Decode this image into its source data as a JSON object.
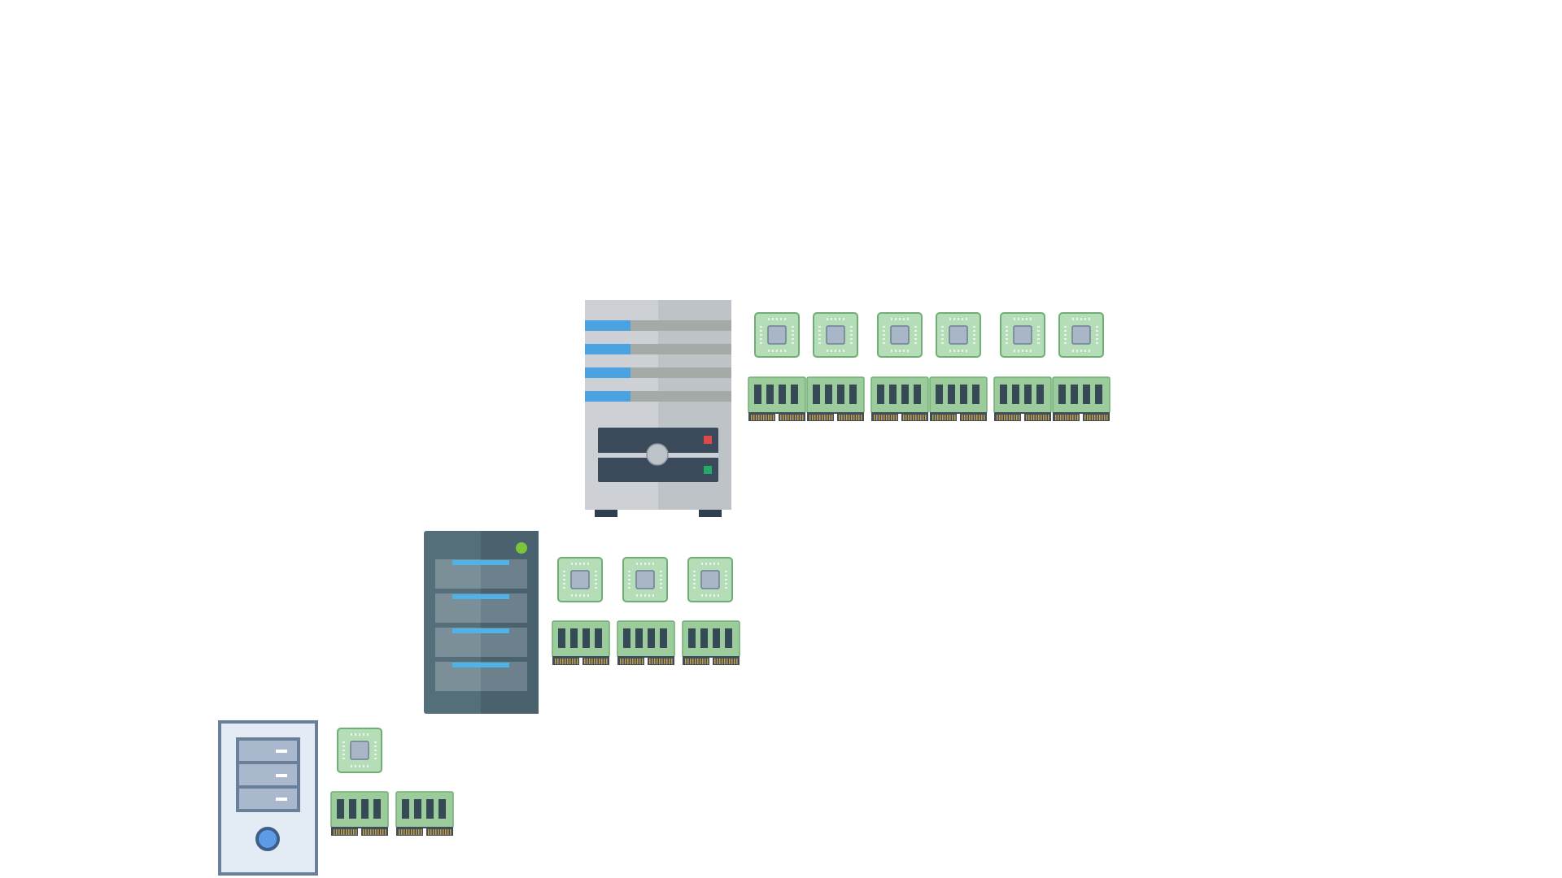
{
  "title": "",
  "colors": {
    "background": "#ffffff",
    "chip_fill": "#b5ddb8",
    "chip_border": "#6fae74",
    "chip_core": "#a9b6c8",
    "ram_fill": "#9ccc9c",
    "ram_slot": "#364a55",
    "ram_pins": "#c8a04a",
    "large_server_body": "#c8ccd0",
    "large_server_stripe": "#4aa3e0",
    "rack_server_body": "#546e7a",
    "rack_server_led": "#7cc43a",
    "small_server_body": "#e3ecf5",
    "small_server_border": "#6a7f99",
    "small_server_button": "#5b9be8"
  },
  "tiers": [
    {
      "name": "large-tower-server",
      "icon": "large-tower-server-icon",
      "cpu_count": 6,
      "ram_count": 6,
      "status_leds": [
        "#e04848",
        "#22aa66"
      ]
    },
    {
      "name": "rack-server",
      "icon": "rack-server-icon",
      "cpu_count": 3,
      "ram_count": 3,
      "status_leds": [
        "#7cc43a"
      ]
    },
    {
      "name": "small-desktop-server",
      "icon": "small-desktop-server-icon",
      "cpu_count": 1,
      "ram_count": 2,
      "status_leds": []
    }
  ]
}
